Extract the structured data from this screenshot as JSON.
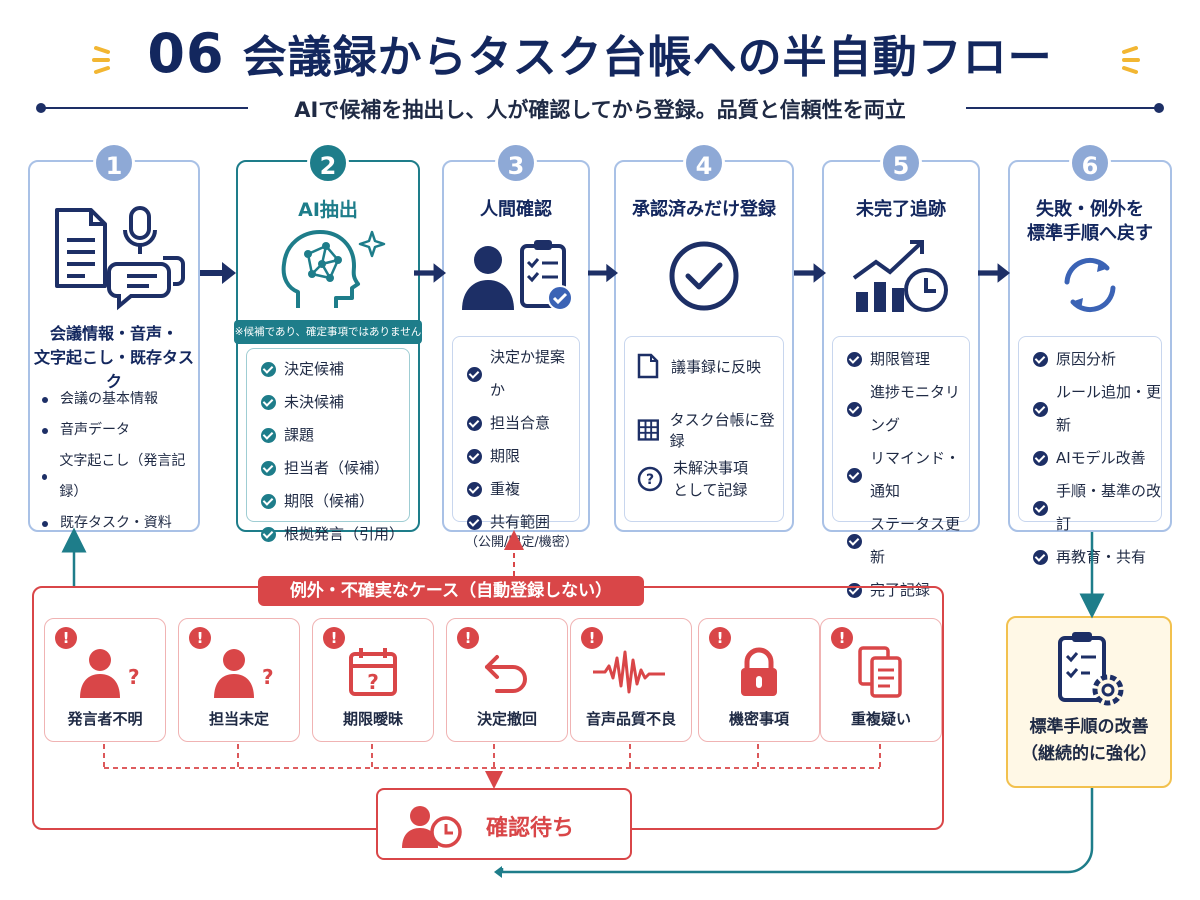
{
  "header": {
    "number": "06",
    "title": "会議録からタスク台帳への半自動フロー",
    "subtitle": "AIで候補を抽出し、人が確認してから登録。品質と信頼性を両立"
  },
  "steps": [
    {
      "number": "1",
      "title": "会議情報・音声・\n文字起こし・既存タスク",
      "icons": [
        "document-icon",
        "microphone-icon",
        "chat-bubbles-icon"
      ],
      "items": [
        "会議の基本情報",
        "音声データ",
        "文字起こし（発言記録）",
        "既存タスク・資料"
      ]
    },
    {
      "number": "2",
      "title": "AI抽出",
      "icons": [
        "ai-head-icon",
        "sparkle-icon"
      ],
      "note": "※候補であり、確定事項ではありません",
      "items": [
        "決定候補",
        "未決候補",
        "課題",
        "担当者（候補）",
        "期限（候補）",
        "根拠発言（引用）"
      ]
    },
    {
      "number": "3",
      "title": "人間確認",
      "icons": [
        "person-icon",
        "checklist-icon"
      ],
      "items": [
        "決定か提案か",
        "担当合意",
        "期限",
        "重複",
        "共有範囲"
      ],
      "item_note": "（公開/限定/機密）"
    },
    {
      "number": "4",
      "title": "承認済みだけ登録",
      "icons": [
        "check-circle-icon"
      ],
      "items": [
        "議事録に反映",
        "タスク台帳に登録",
        "未解決事項\nとして記録"
      ],
      "item_icons": [
        "document-icon",
        "table-icon",
        "question-icon"
      ]
    },
    {
      "number": "5",
      "title": "未完了追跡",
      "icons": [
        "growth-chart-icon",
        "clock-icon"
      ],
      "items": [
        "期限管理",
        "進捗モニタリング",
        "リマインド・通知",
        "ステータス更新",
        "完了記録"
      ]
    },
    {
      "number": "6",
      "title": "失敗・例外を\n標準手順へ戻す",
      "icons": [
        "refresh-icon"
      ],
      "items": [
        "原因分析",
        "ルール追加・更新",
        "AIモデル改善",
        "手順・基準の改訂",
        "再教育・共有"
      ]
    }
  ],
  "exceptions": {
    "label": "例外・不確実なケース（自動登録しない）",
    "warn_mark": "!",
    "cards": [
      {
        "label": "発言者不明",
        "icon": "unknown-person-icon"
      },
      {
        "label": "担当未定",
        "icon": "unknown-person-icon"
      },
      {
        "label": "期限曖昧",
        "icon": "calendar-question-icon"
      },
      {
        "label": "決定撤回",
        "icon": "undo-icon"
      },
      {
        "label": "音声品質不良",
        "icon": "waveform-icon"
      },
      {
        "label": "機密事項",
        "icon": "lock-icon"
      },
      {
        "label": "重複疑い",
        "icon": "duplicate-icon"
      }
    ],
    "waiting": {
      "label": "確認待ち",
      "icon": "person-clock-icon"
    }
  },
  "improvement": {
    "label": "標準手順の改善\n（継続的に強化）",
    "icon": "clipboard-gear-icon"
  },
  "colors": {
    "navy": "#13275e",
    "teal": "#1e7d8a",
    "light_blue": "#a9c1e6",
    "red": "#d94648",
    "yellow": "#f2c14e"
  }
}
